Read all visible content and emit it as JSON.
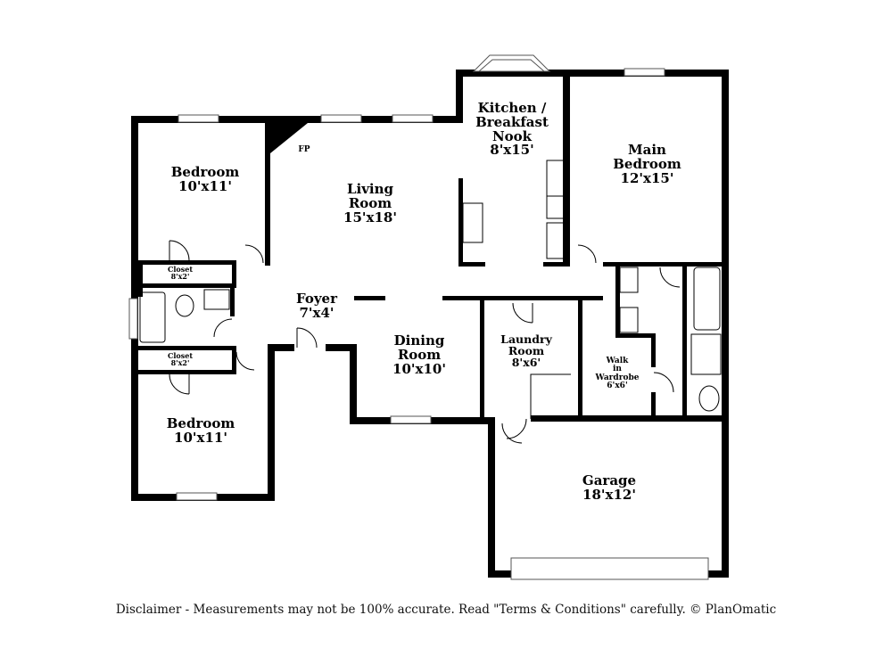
{
  "rooms": {
    "bedroom_top": {
      "name": "Bedroom",
      "size": "10'x11'"
    },
    "living": {
      "name1": "Living",
      "name2": "Room",
      "size": "15'x18'"
    },
    "kitchen": {
      "name1": "Kitchen /",
      "name2": "Breakfast",
      "name3": "Nook",
      "size": "8'x15'"
    },
    "main_bedroom": {
      "name1": "Main",
      "name2": "Bedroom",
      "size": "12'x15'"
    },
    "closet_top": {
      "name": "Closet",
      "size": "8'x2'"
    },
    "foyer": {
      "name": "Foyer",
      "size": "7'x4'"
    },
    "closet_bottom": {
      "name": "Closet",
      "size": "8'x2'"
    },
    "dining": {
      "name1": "Dining",
      "name2": "Room",
      "size": "10'x10'"
    },
    "laundry": {
      "name1": "Laundry",
      "name2": "Room",
      "size": "8'x6'"
    },
    "walk_in": {
      "name1": "Walk",
      "name2": "in",
      "name3": "Wardrobe",
      "size": "6'x6'"
    },
    "bedroom_bottom": {
      "name": "Bedroom",
      "size": "10'x11'"
    },
    "garage": {
      "name": "Garage",
      "size": "18'x12'"
    }
  },
  "fireplace": "FP",
  "disclaimer": "Disclaimer - Measurements may not be 100% accurate. Read \"Terms & Conditions\" carefully. © PlanOmatic"
}
